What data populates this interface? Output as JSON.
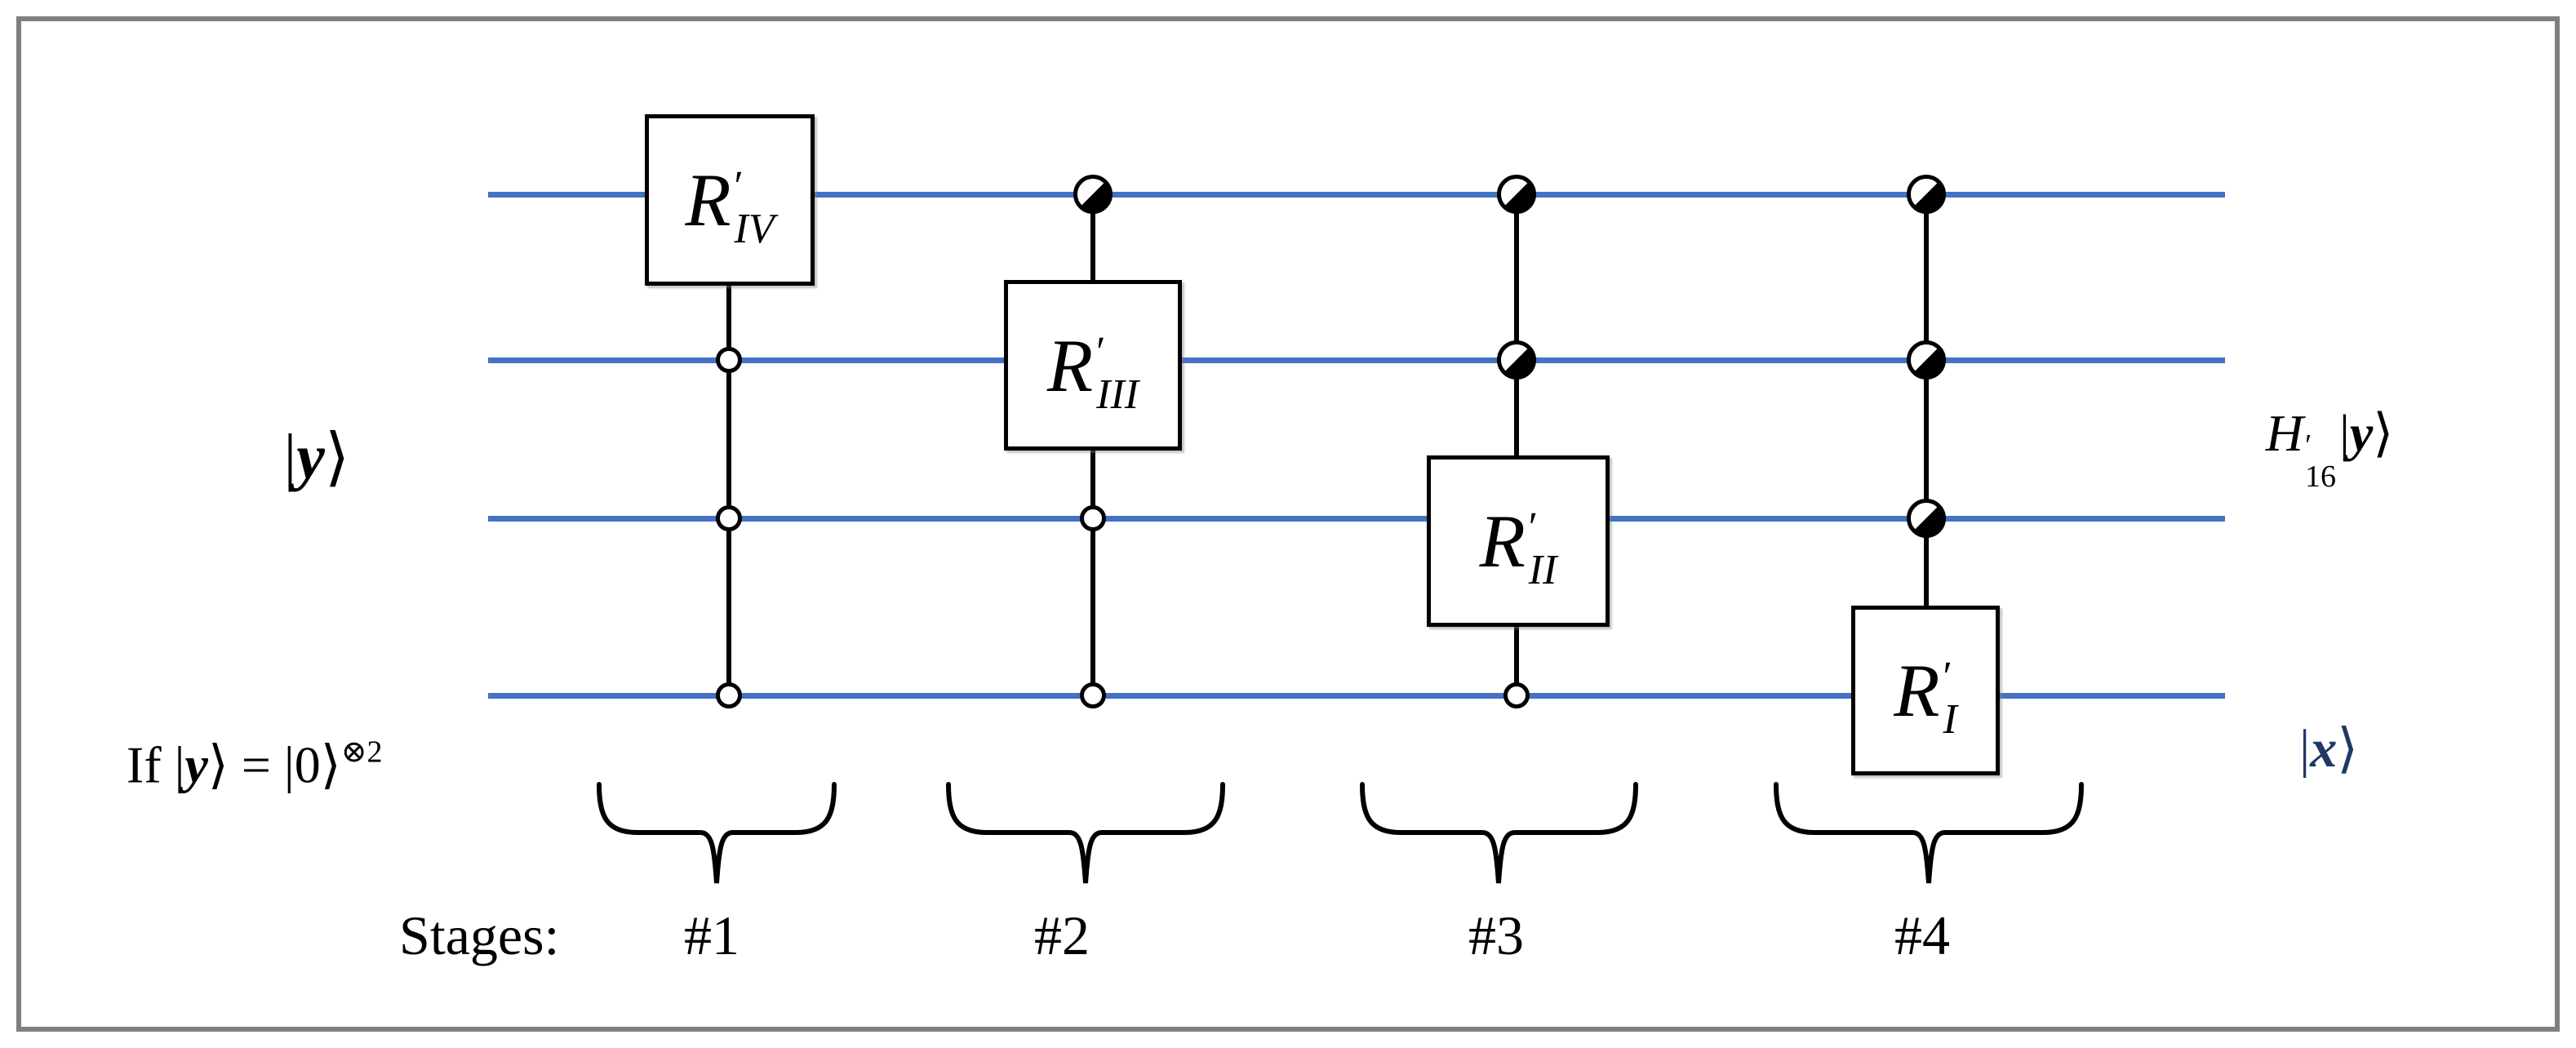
{
  "colors": {
    "wire": "#4472C4",
    "ink": "#000000",
    "frame": "#808080",
    "x_ket": "#1F3864"
  },
  "labels": {
    "input_ket": {
      "bar": "|",
      "letter": "y",
      "rangle": "⟩"
    },
    "condition": {
      "prefix": "If |",
      "letter": "y",
      "middle": "⟩ = |0⟩",
      "superscript": "⊗2"
    },
    "output_top": {
      "letter": "H",
      "prime": "′",
      "subscript": "16",
      "ket_bar": "|",
      "ket_letter": "y",
      "ket_rangle": "⟩"
    },
    "output_bottom": {
      "bar": "|",
      "letter": "x",
      "rangle": "⟩"
    },
    "stages_caption": "Stages:"
  },
  "gates": [
    {
      "letter": "R",
      "prime": "′",
      "subscript": "IV"
    },
    {
      "letter": "R",
      "prime": "′",
      "subscript": "III"
    },
    {
      "letter": "R",
      "prime": "′",
      "subscript": "II"
    },
    {
      "letter": "R",
      "prime": "′",
      "subscript": "I"
    }
  ],
  "stage_labels": [
    "#1",
    "#2",
    "#3",
    "#4"
  ],
  "circuit_structure": {
    "num_wires": 4,
    "wire_style": "solid blue horizontal qubit lines",
    "stages": [
      {
        "stage": "#1",
        "gate": "R′_IV",
        "target_wire": 1,
        "half_filled_controls": [],
        "open_controls": [
          2,
          3,
          4
        ]
      },
      {
        "stage": "#2",
        "gate": "R′_III",
        "target_wire": 2,
        "half_filled_controls": [
          1
        ],
        "open_controls": [
          3,
          4
        ]
      },
      {
        "stage": "#3",
        "gate": "R′_II",
        "target_wire": 3,
        "half_filled_controls": [
          1,
          2
        ],
        "open_controls": [
          4
        ]
      },
      {
        "stage": "#4",
        "gate": "R′_I",
        "target_wire": 4,
        "half_filled_controls": [
          1,
          2,
          3
        ],
        "open_controls": []
      }
    ]
  }
}
